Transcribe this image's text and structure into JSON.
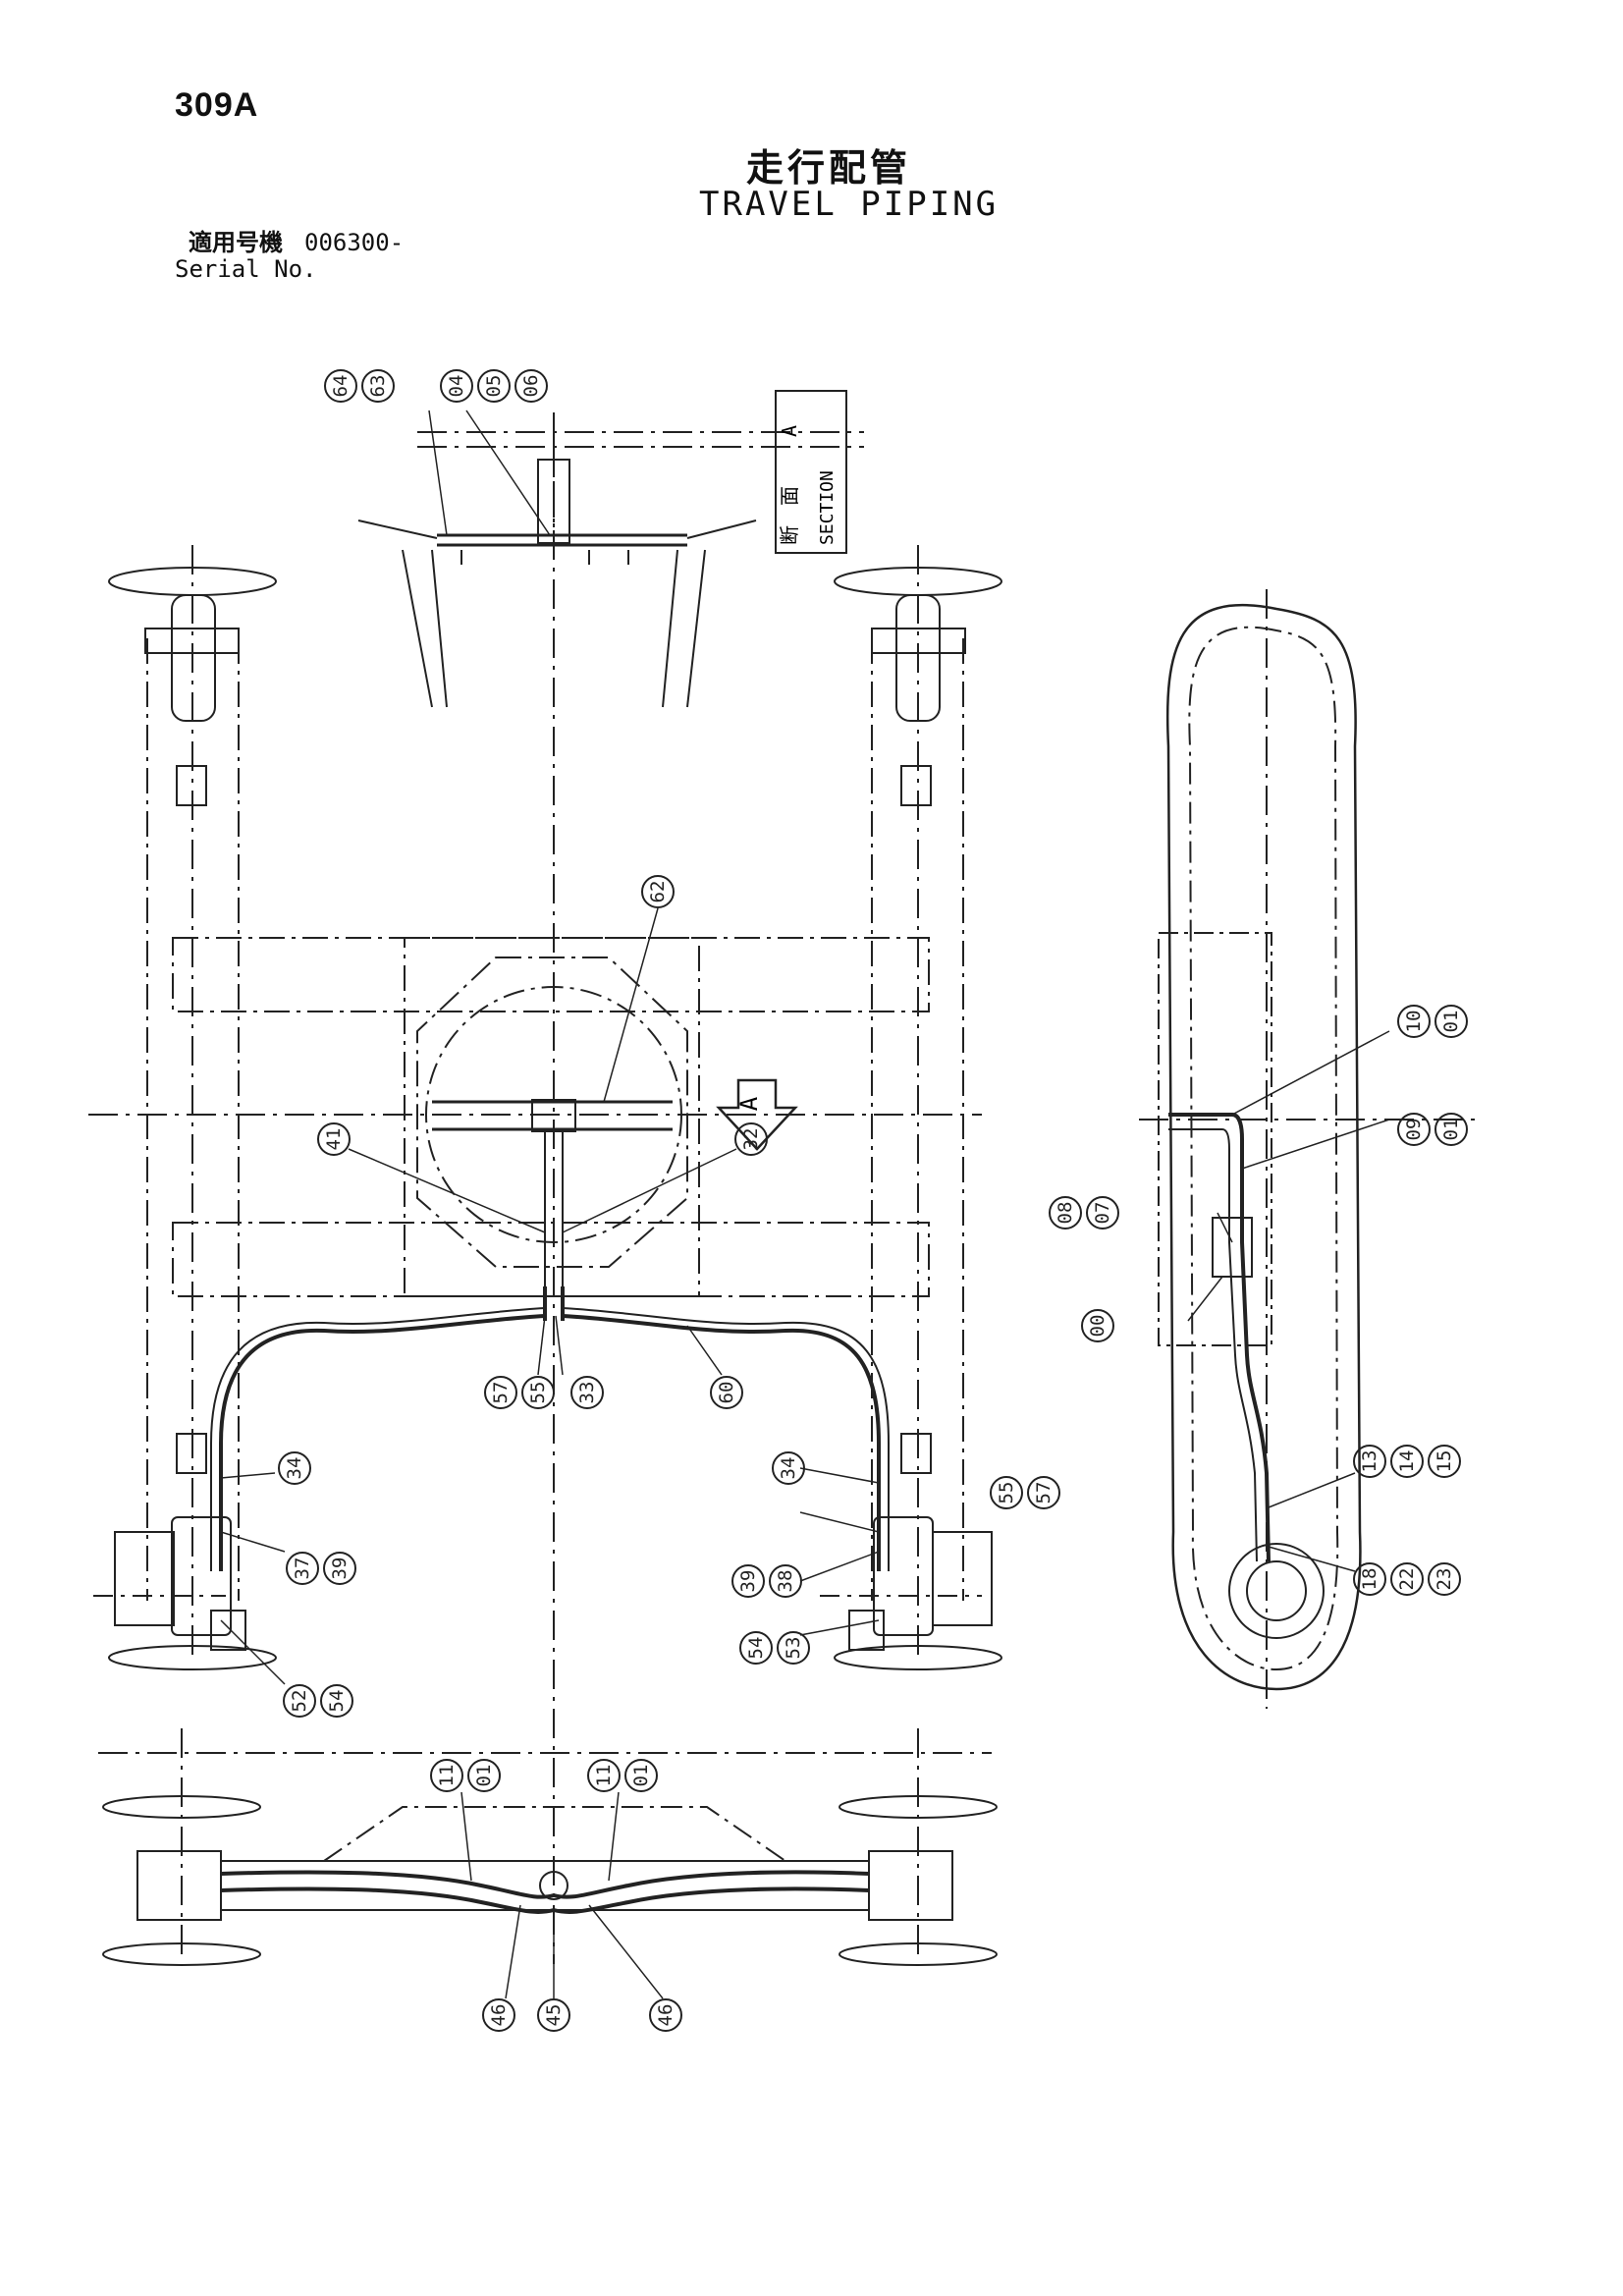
{
  "page_number": "309A",
  "title_ja": "走行配管",
  "title_en": "TRAVEL PIPING",
  "serial_label_ja": "適用号機",
  "serial_label_en": "Serial No.",
  "serial_value": "006300-",
  "section_label": {
    "ja_1": "断",
    "ja_2": "面",
    "letter": "A",
    "en": "SECTION"
  },
  "view_arrow_letter": "A",
  "part_callouts": {
    "c63": "63",
    "c64": "64",
    "c04": "04",
    "c05": "05",
    "c06": "06",
    "c62": "62",
    "c41": "41",
    "c32": "32",
    "c57a": "57",
    "c55a": "55",
    "c33": "33",
    "c60": "60",
    "c34a": "34",
    "c37": "37",
    "c39a": "39",
    "c52": "52",
    "c54a": "54",
    "c34b": "34",
    "c55b": "55",
    "c57b": "57",
    "c39b": "39",
    "c38": "38",
    "c54b": "54",
    "c53": "53",
    "c10": "10",
    "c01a": "01",
    "c09": "09",
    "c01b": "01",
    "c08": "08",
    "c07": "07",
    "c00": "00",
    "c13": "13",
    "c14": "14",
    "c15": "15",
    "c18": "18",
    "c22": "22",
    "c23": "23",
    "c11a": "11",
    "c01c": "01",
    "c11b": "11",
    "c01d": "01",
    "c46a": "46",
    "c45": "45",
    "c46b": "46"
  }
}
